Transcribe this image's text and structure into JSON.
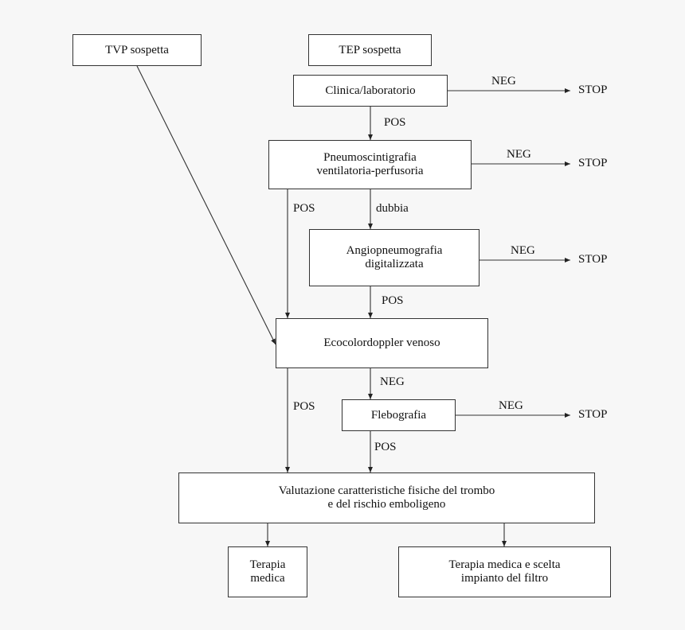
{
  "diagram": {
    "nodes": {
      "tvp": "TVP sospetta",
      "tep": "TEP sospetta",
      "clinica": "Clinica/laboratorio",
      "pneumo": "Pneumoscintigrafia\nventilatoria-perfusoria",
      "angio": "Angiopneumografia\ndigitalizzata",
      "eco": "Ecocolordoppler venoso",
      "flebo": "Flebografia",
      "valutazione": "Valutazione caratteristiche fisiche del trombo\ne del rischio emboligeno",
      "terapia_medica": "Terapia\nmedica",
      "terapia_filtro": "Terapia medica e scelta\nimpianto del filtro"
    },
    "edge_labels": {
      "pos": "POS",
      "neg": "NEG",
      "dubbia": "dubbia",
      "stop": "STOP"
    }
  }
}
